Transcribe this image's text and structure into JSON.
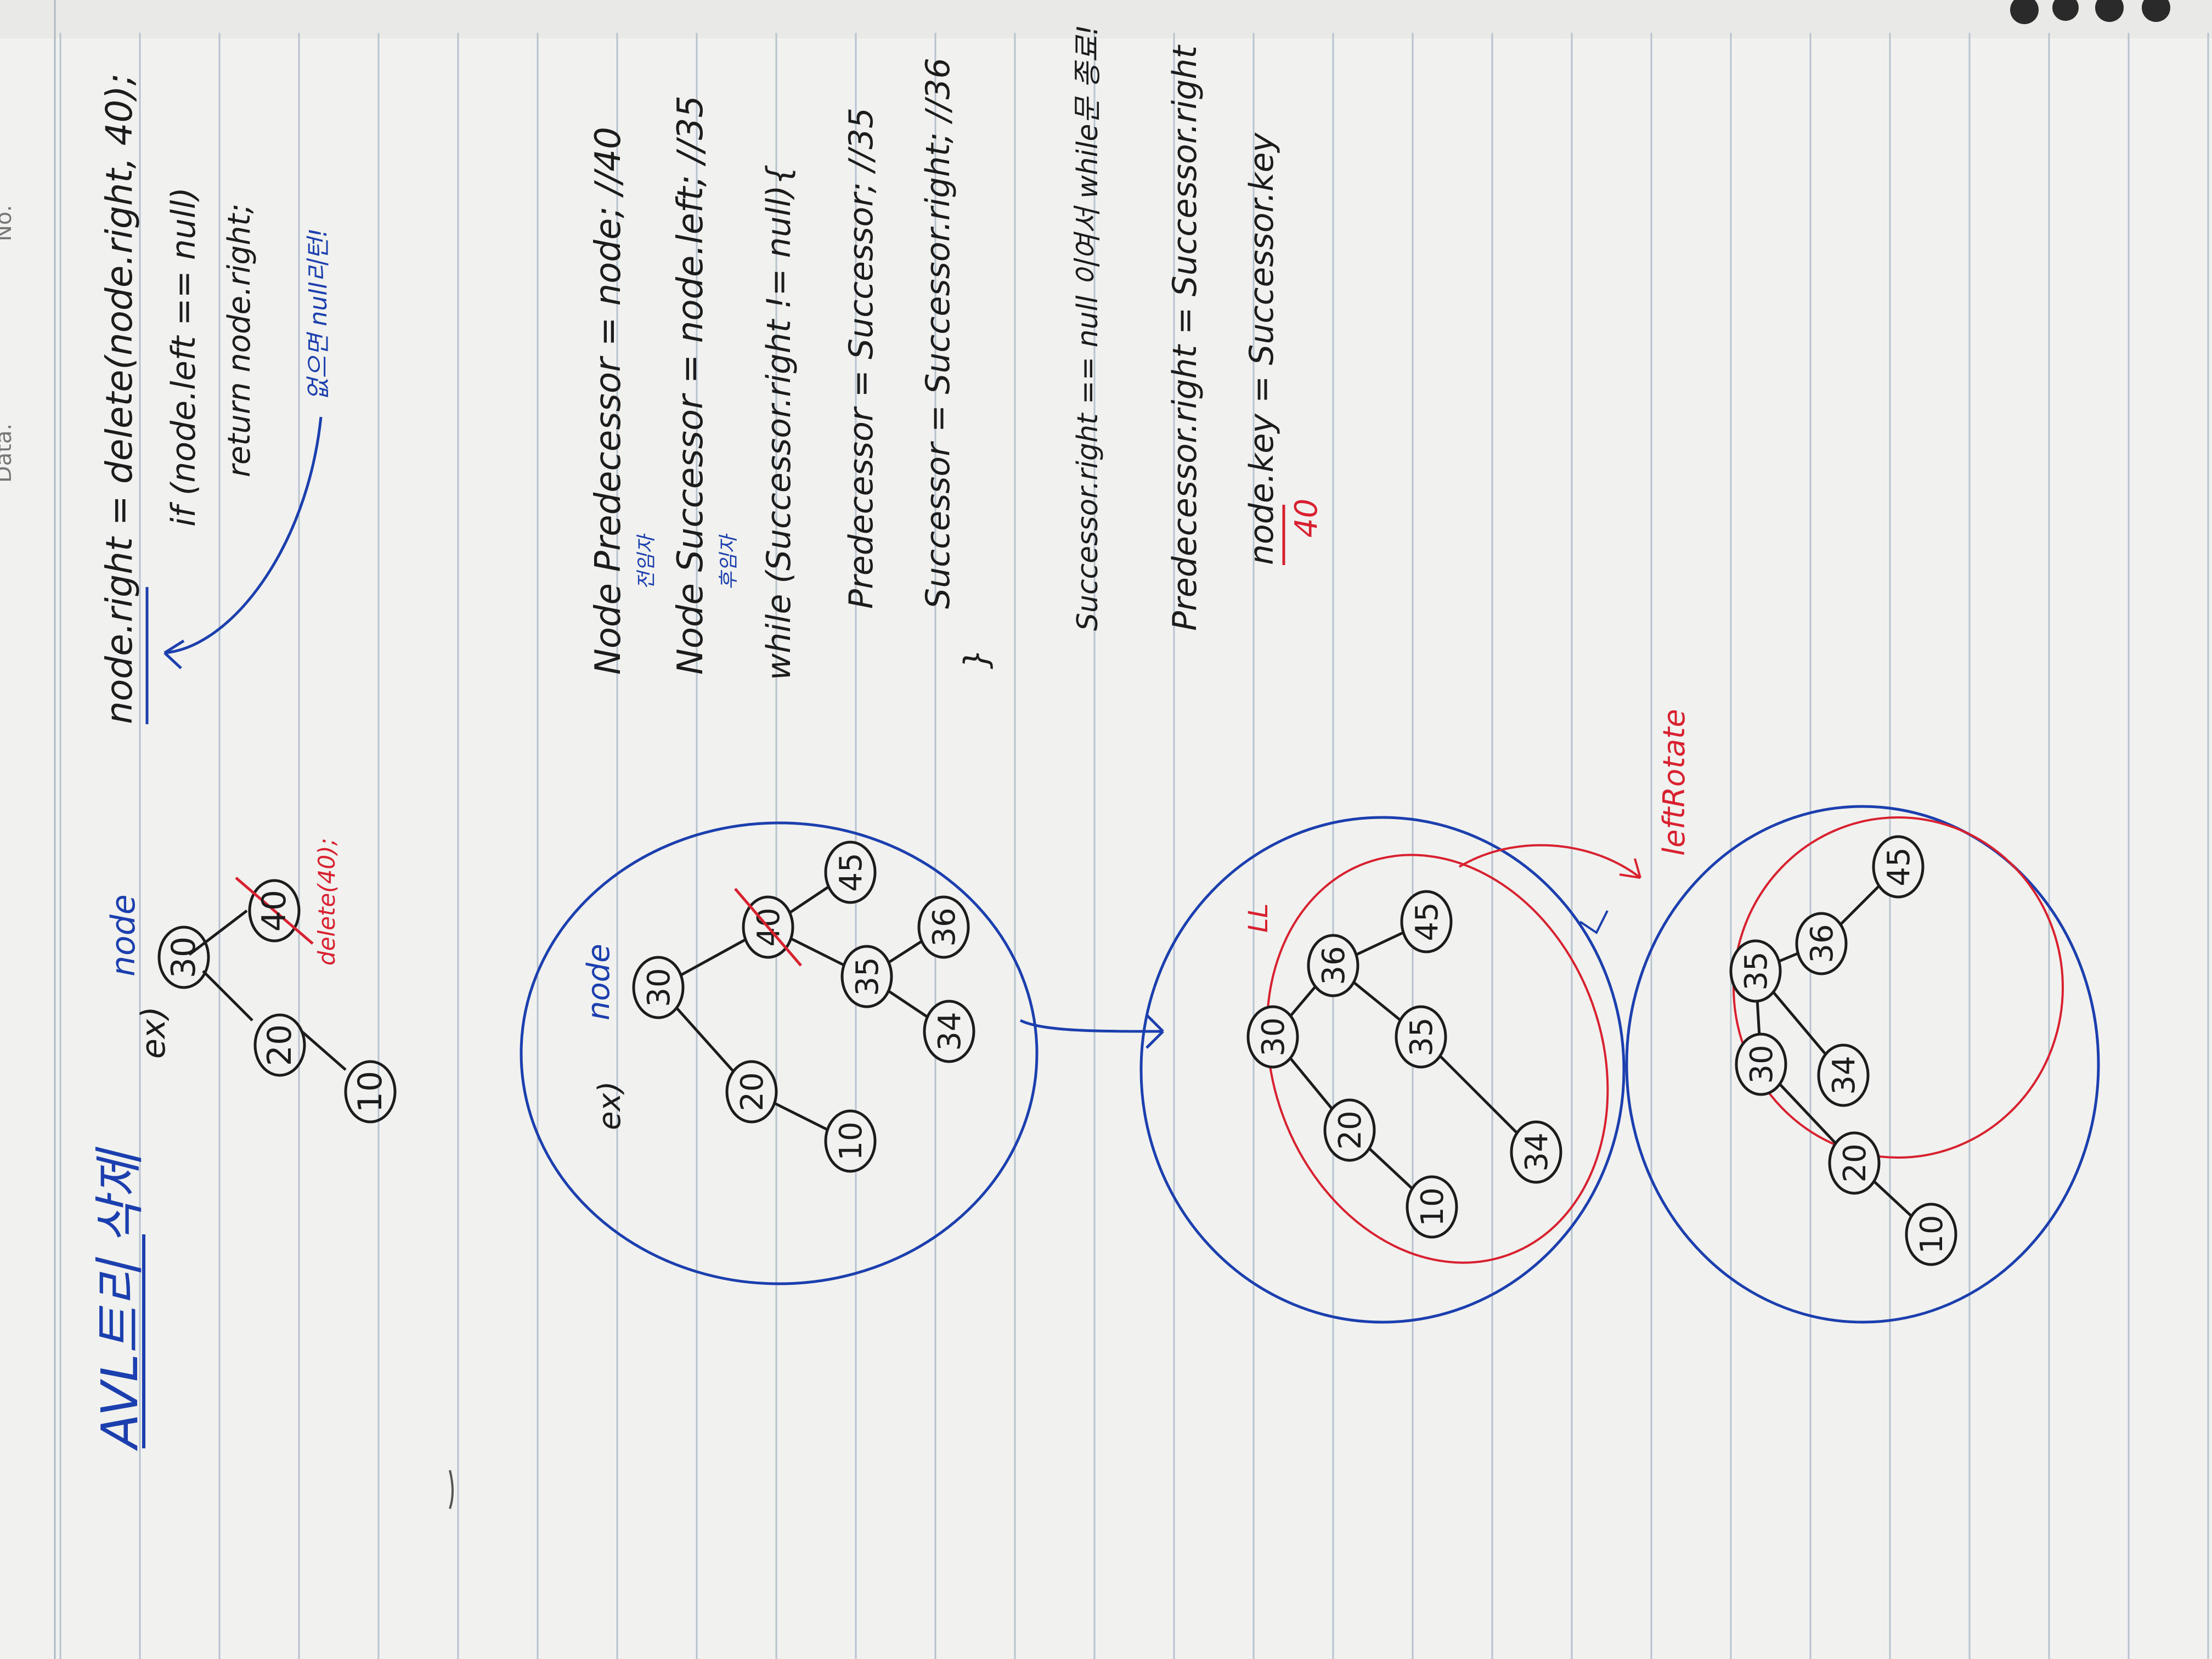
{
  "header": {
    "data_label": "Data.",
    "no_label": "No."
  },
  "title": "AVL트리 삭제",
  "example_label": "ex)",
  "node_label": "node",
  "tree1": {
    "root": "30",
    "left": "20",
    "left_left": "10",
    "right": "40",
    "delete_note": "delete(40);"
  },
  "code_block1": {
    "line1": "node.right = delete(node.right, 40);",
    "line2": "if (node.left == null)",
    "line3": "return node.right;",
    "note": "없으면 null리턴!"
  },
  "tree2": {
    "example_label": "ex)",
    "node_label": "node",
    "nodes": [
      "30",
      "20",
      "40",
      "10",
      "35",
      "45",
      "34",
      "36"
    ]
  },
  "code_block2": {
    "predecessor_line": "Node Predecessor = node; //40",
    "predecessor_ko": "전임자",
    "successor_line": "Node Successor = node.left; //35",
    "successor_ko": "후임자",
    "while_line": "while (Successor.right != null){",
    "assign_pred": "Predecessor = Successor; //35",
    "assign_succ": "Successor = Successor.right; //36",
    "close_brace": "}"
  },
  "code_block3": {
    "cond_line": "Successor.right == null 이여서 while문 종료!",
    "pred_right": "Predecessor.right = Successor.right",
    "key_line": "node.key = Successor.key",
    "key_value": "40"
  },
  "tree3": {
    "ll_label": "LL",
    "nodes": [
      "30",
      "20",
      "36",
      "10",
      "35",
      "45",
      "34"
    ]
  },
  "tree4": {
    "rotate_label": "leftRotate",
    "nodes": [
      "30",
      "20",
      "35",
      "10",
      "34",
      "36",
      "45"
    ]
  },
  "colors": {
    "paper": "#f1f1ef",
    "line": "#b7c2cf",
    "ink": "#1c1c1c",
    "blue": "#1b3fae",
    "red": "#d8202f"
  }
}
